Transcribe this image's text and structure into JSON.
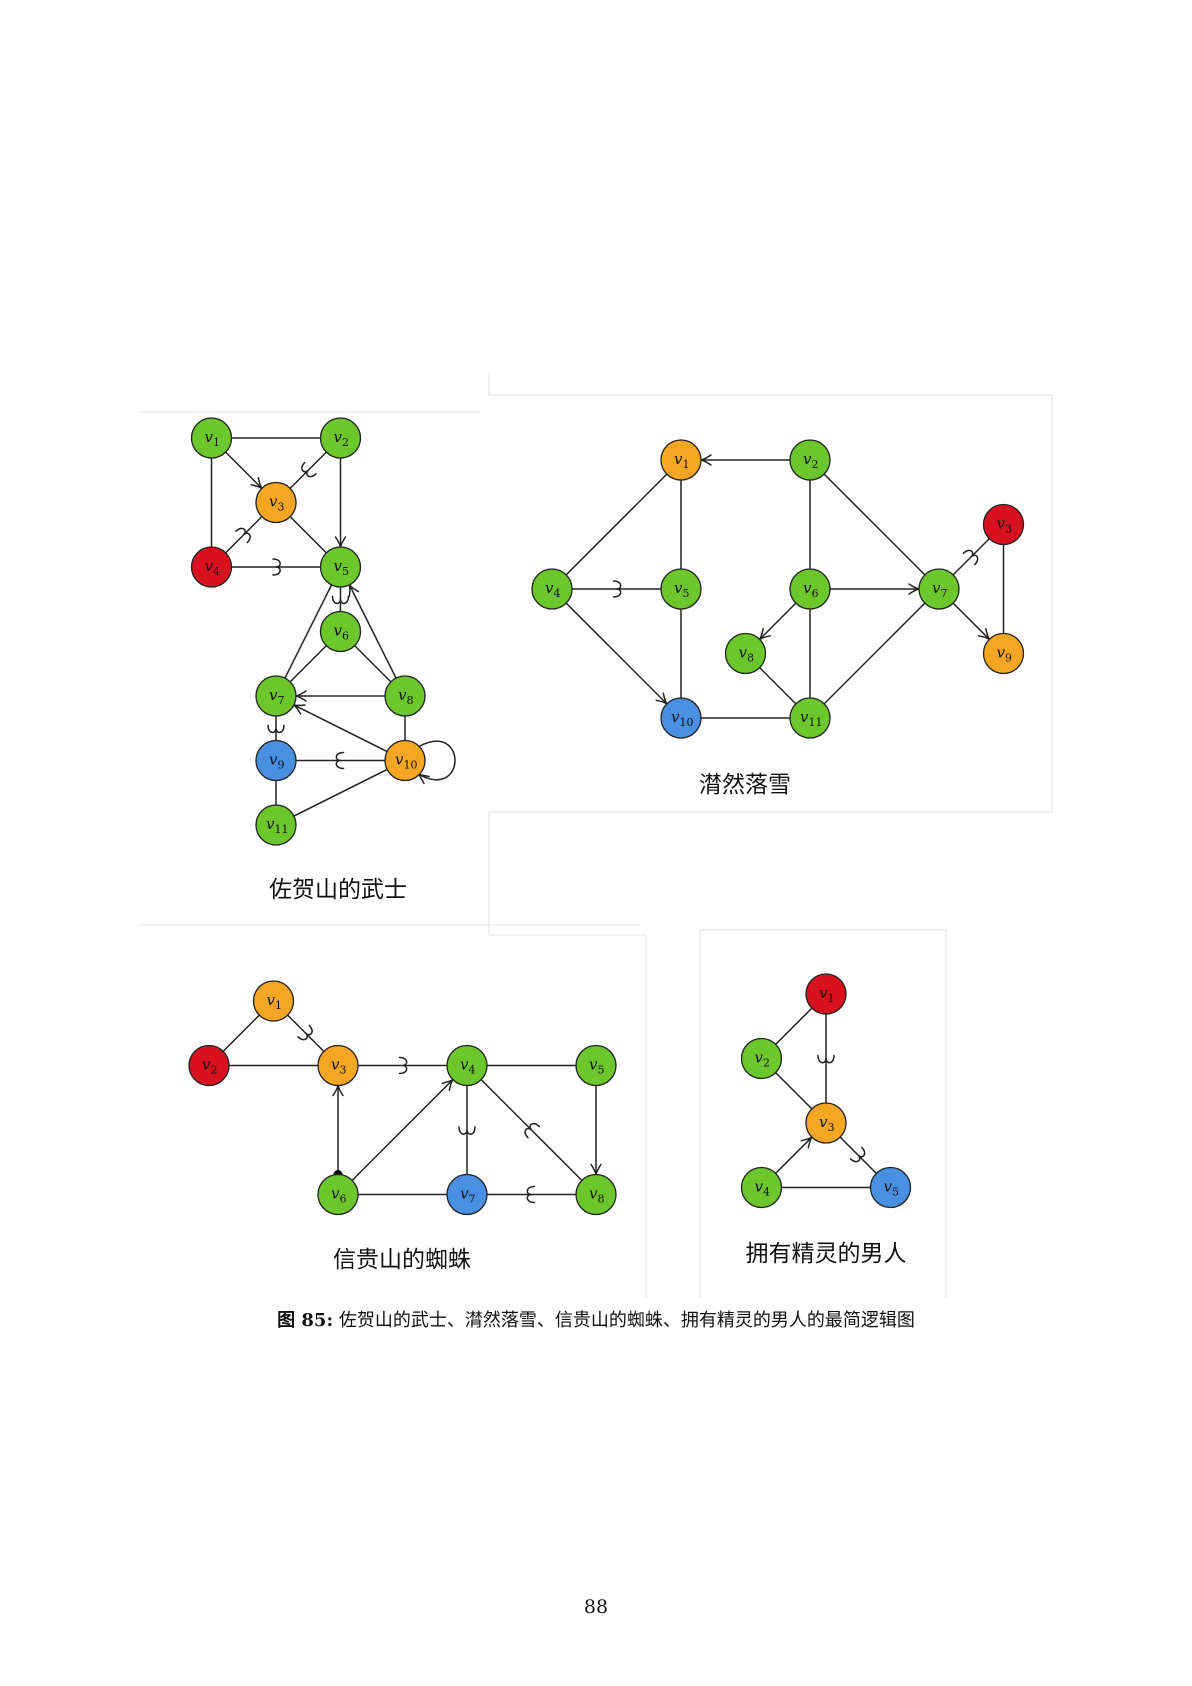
{
  "colors": {
    "green": "#6cc72c",
    "orange": "#f5a623",
    "red": "#d9101e",
    "blue": "#4a90e2",
    "edge": "#222222",
    "panel_border": "#e3e3e3"
  },
  "graphs": [
    {
      "id": "warrior",
      "title": "佐贺山的武士",
      "nodes": [
        {
          "id": "v1",
          "label": "v",
          "sub": "1",
          "color": "green",
          "x": 1,
          "y": 0
        },
        {
          "id": "v2",
          "label": "v",
          "sub": "2",
          "color": "green",
          "x": 3,
          "y": 0
        },
        {
          "id": "v3",
          "label": "v",
          "sub": "3",
          "color": "orange",
          "x": 2,
          "y": 1
        },
        {
          "id": "v4",
          "label": "v",
          "sub": "4",
          "color": "red",
          "x": 1,
          "y": 2
        },
        {
          "id": "v5",
          "label": "v",
          "sub": "5",
          "color": "green",
          "x": 3,
          "y": 2
        },
        {
          "id": "v6",
          "label": "v",
          "sub": "6",
          "color": "green",
          "x": 3,
          "y": 3
        },
        {
          "id": "v7",
          "label": "v",
          "sub": "7",
          "color": "green",
          "x": 2,
          "y": 4
        },
        {
          "id": "v8",
          "label": "v",
          "sub": "8",
          "color": "green",
          "x": 4,
          "y": 4
        },
        {
          "id": "v9",
          "label": "v",
          "sub": "9",
          "color": "blue",
          "x": 2,
          "y": 5
        },
        {
          "id": "v10",
          "label": "v",
          "sub": "10",
          "color": "orange",
          "x": 4,
          "y": 5
        },
        {
          "id": "v11",
          "label": "v",
          "sub": "11",
          "color": "green",
          "x": 2,
          "y": 6
        }
      ],
      "edges": [
        {
          "from": "v1",
          "to": "v2",
          "type": "line"
        },
        {
          "from": "v1",
          "to": "v4",
          "type": "line"
        },
        {
          "from": "v1",
          "to": "v3",
          "type": "arrow"
        },
        {
          "from": "v2",
          "to": "v3",
          "type": "hook"
        },
        {
          "from": "v2",
          "to": "v5",
          "type": "arrow"
        },
        {
          "from": "v4",
          "to": "v3",
          "type": "hook"
        },
        {
          "from": "v3",
          "to": "v5",
          "type": "line"
        },
        {
          "from": "v4",
          "to": "v5",
          "type": "hook"
        },
        {
          "from": "v5",
          "to": "v6",
          "type": "hook"
        },
        {
          "from": "v5",
          "to": "v7",
          "type": "line"
        },
        {
          "from": "v8",
          "to": "v5",
          "type": "arrow"
        },
        {
          "from": "v6",
          "to": "v7",
          "type": "line"
        },
        {
          "from": "v6",
          "to": "v8",
          "type": "line"
        },
        {
          "from": "v8",
          "to": "v7",
          "type": "arrow"
        },
        {
          "from": "v8",
          "to": "v10",
          "type": "line"
        },
        {
          "from": "v10",
          "to": "v7",
          "type": "arrow"
        },
        {
          "from": "v7",
          "to": "v9",
          "type": "hook"
        },
        {
          "from": "v10",
          "to": "v9",
          "type": "hook"
        },
        {
          "from": "v9",
          "to": "v11",
          "type": "line"
        },
        {
          "from": "v10",
          "to": "v11",
          "type": "line"
        },
        {
          "from": "v10",
          "to": "v10",
          "type": "loop"
        }
      ]
    },
    {
      "id": "snow",
      "title": "潸然落雪",
      "nodes": [
        {
          "id": "v1",
          "label": "v",
          "sub": "1",
          "color": "orange",
          "x": 2,
          "y": 0
        },
        {
          "id": "v2",
          "label": "v",
          "sub": "2",
          "color": "green",
          "x": 4,
          "y": 0
        },
        {
          "id": "v3",
          "label": "v",
          "sub": "3",
          "color": "red",
          "x": 7,
          "y": 1
        },
        {
          "id": "v4",
          "label": "v",
          "sub": "4",
          "color": "green",
          "x": 0,
          "y": 2
        },
        {
          "id": "v5",
          "label": "v",
          "sub": "5",
          "color": "green",
          "x": 2,
          "y": 2
        },
        {
          "id": "v6",
          "label": "v",
          "sub": "6",
          "color": "green",
          "x": 4,
          "y": 2
        },
        {
          "id": "v7",
          "label": "v",
          "sub": "7",
          "color": "green",
          "x": 6,
          "y": 2
        },
        {
          "id": "v8",
          "label": "v",
          "sub": "8",
          "color": "green",
          "x": 3,
          "y": 3
        },
        {
          "id": "v9",
          "label": "v",
          "sub": "9",
          "color": "orange",
          "x": 7,
          "y": 3
        },
        {
          "id": "v10",
          "label": "v",
          "sub": "10",
          "color": "blue",
          "x": 2,
          "y": 4
        },
        {
          "id": "v11",
          "label": "v",
          "sub": "11",
          "color": "green",
          "x": 4,
          "y": 4
        }
      ],
      "edges": [
        {
          "from": "v2",
          "to": "v1",
          "type": "arrow"
        },
        {
          "from": "v1",
          "to": "v4",
          "type": "line"
        },
        {
          "from": "v1",
          "to": "v5",
          "type": "line"
        },
        {
          "from": "v4",
          "to": "v5",
          "type": "hook"
        },
        {
          "from": "v4",
          "to": "v10",
          "type": "arrow"
        },
        {
          "from": "v5",
          "to": "v10",
          "type": "line"
        },
        {
          "from": "v10",
          "to": "v11",
          "type": "line"
        },
        {
          "from": "v2",
          "to": "v6",
          "type": "line"
        },
        {
          "from": "v2",
          "to": "v7",
          "type": "line"
        },
        {
          "from": "v6",
          "to": "v7",
          "type": "arrow"
        },
        {
          "from": "v6",
          "to": "v8",
          "type": "arrow"
        },
        {
          "from": "v6",
          "to": "v11",
          "type": "line"
        },
        {
          "from": "v8",
          "to": "v11",
          "type": "line"
        },
        {
          "from": "v7",
          "to": "v11",
          "type": "line"
        },
        {
          "from": "v7",
          "to": "v3",
          "type": "hook"
        },
        {
          "from": "v7",
          "to": "v9",
          "type": "arrow"
        },
        {
          "from": "v3",
          "to": "v9",
          "type": "line"
        }
      ]
    },
    {
      "id": "spider",
      "title": "信贵山的蜘蛛",
      "nodes": [
        {
          "id": "v1",
          "label": "v",
          "sub": "1",
          "color": "orange",
          "x": 1,
          "y": 0
        },
        {
          "id": "v2",
          "label": "v",
          "sub": "2",
          "color": "red",
          "x": 0,
          "y": 1
        },
        {
          "id": "v3",
          "label": "v",
          "sub": "3",
          "color": "orange",
          "x": 2,
          "y": 1
        },
        {
          "id": "v4",
          "label": "v",
          "sub": "4",
          "color": "green",
          "x": 4,
          "y": 1
        },
        {
          "id": "v5",
          "label": "v",
          "sub": "5",
          "color": "green",
          "x": 6,
          "y": 1
        },
        {
          "id": "v6",
          "label": "v",
          "sub": "6",
          "color": "green",
          "x": 2,
          "y": 3
        },
        {
          "id": "v7",
          "label": "v",
          "sub": "7",
          "color": "blue",
          "x": 4,
          "y": 3
        },
        {
          "id": "v8",
          "label": "v",
          "sub": "8",
          "color": "green",
          "x": 6,
          "y": 3
        }
      ],
      "edges": [
        {
          "from": "v1",
          "to": "v2",
          "type": "line"
        },
        {
          "from": "v1",
          "to": "v3",
          "type": "hook"
        },
        {
          "from": "v2",
          "to": "v3",
          "type": "line"
        },
        {
          "from": "v3",
          "to": "v4",
          "type": "hook"
        },
        {
          "from": "v4",
          "to": "v5",
          "type": "line"
        },
        {
          "from": "v6",
          "to": "v3",
          "type": "dotarrow"
        },
        {
          "from": "v6",
          "to": "v4",
          "type": "arrow"
        },
        {
          "from": "v4",
          "to": "v7",
          "type": "hook"
        },
        {
          "from": "v8",
          "to": "v4",
          "type": "hook"
        },
        {
          "from": "v5",
          "to": "v8",
          "type": "arrow"
        },
        {
          "from": "v6",
          "to": "v7",
          "type": "line"
        },
        {
          "from": "v8",
          "to": "v7",
          "type": "hook"
        }
      ]
    },
    {
      "id": "elf",
      "title": "拥有精灵的男人",
      "nodes": [
        {
          "id": "v1",
          "label": "v",
          "sub": "1",
          "color": "red",
          "x": 2,
          "y": 0
        },
        {
          "id": "v2",
          "label": "v",
          "sub": "2",
          "color": "green",
          "x": 1,
          "y": 1
        },
        {
          "id": "v3",
          "label": "v",
          "sub": "3",
          "color": "orange",
          "x": 2,
          "y": 2
        },
        {
          "id": "v4",
          "label": "v",
          "sub": "4",
          "color": "green",
          "x": 1,
          "y": 3
        },
        {
          "id": "v5",
          "label": "v",
          "sub": "5",
          "color": "blue",
          "x": 3,
          "y": 3
        }
      ],
      "edges": [
        {
          "from": "v1",
          "to": "v2",
          "type": "line"
        },
        {
          "from": "v1",
          "to": "v3",
          "type": "hook"
        },
        {
          "from": "v2",
          "to": "v3",
          "type": "line"
        },
        {
          "from": "v4",
          "to": "v3",
          "type": "arrow"
        },
        {
          "from": "v3",
          "to": "v5",
          "type": "hook"
        },
        {
          "from": "v4",
          "to": "v5",
          "type": "line"
        }
      ]
    }
  ],
  "caption": {
    "label": "图 85:",
    "text": "佐贺山的武士、潸然落雪、信贵山的蜘蛛、拥有精灵的男人的最简逻辑图"
  },
  "page_number": "88"
}
